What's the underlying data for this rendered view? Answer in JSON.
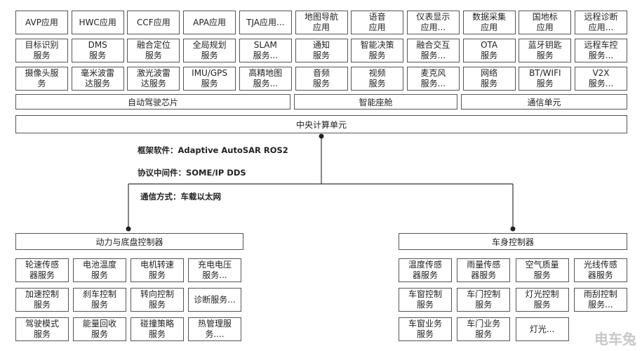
{
  "top_grid": [
    [
      "AVP应用",
      "HWC应用",
      "CCF应用",
      "APA应用",
      "TJA应用...",
      "地图导航\n应用",
      "语音\n应用",
      "仪表显示\n应用...",
      "数据采集\n应用",
      "国地标\n应用",
      "远程诊断\n应用..."
    ],
    [
      "目标识别\n服务",
      "DMS\n服务",
      "融合定位\n服务",
      "全局规划\n服务",
      "SLAM\n服务...",
      "通知\n服务",
      "智能决策\n服务",
      "融合交互\n服务...",
      "OTA\n服务",
      "蓝牙钥匙\n服务",
      "远程车控\n服务..."
    ],
    [
      "摄像头服\n务",
      "毫米波雷\n达服务",
      "激光波雷\n达服务",
      "IMU/GPS\n服务",
      "高精地图\n服务...",
      "音频\n服务",
      "视频\n服务",
      "麦克风\n服务...",
      "网络\n服务",
      "BT/WIFI\n服务",
      "V2X\n服务..."
    ]
  ],
  "domains": [
    "自动驾驶芯片",
    "智能座舱",
    "通信单元"
  ],
  "central_unit": "中央计算单元",
  "annotations": {
    "framework": "框架软件：Adaptive AutoSAR  ROS2",
    "middleware": "协议中间件：SOME/IP DDS",
    "communication": "通信方式：车载以太网"
  },
  "left_controller": {
    "title": "动力与底盘控制器",
    "rows": [
      [
        "轮速传感\n器服务",
        "电池温度\n服务",
        "电机转速\n服务",
        "充电电压\n服务..."
      ],
      [
        "加速控制\n服务",
        "刹车控制\n服务",
        "转向控制\n服务",
        "诊断服务..."
      ],
      [
        "驾驶模式\n服务",
        "能量回收\n服务",
        "碰撞策略\n服务",
        "热管理服\n务...."
      ]
    ]
  },
  "right_controller": {
    "title": "车身控制器",
    "rows": [
      [
        "温度传感\n器服务",
        "雨量传感\n器服务",
        "空气质量\n服务",
        "光线传感\n器服务"
      ],
      [
        "车窗控制\n服务",
        "车门控制\n服务",
        "灯光控制\n服务",
        "雨刮控制\n服务..."
      ],
      [
        "车窗业务\n服务",
        "车门业务\n服务",
        "灯光...",
        ""
      ]
    ]
  },
  "watermark": "电车兔"
}
